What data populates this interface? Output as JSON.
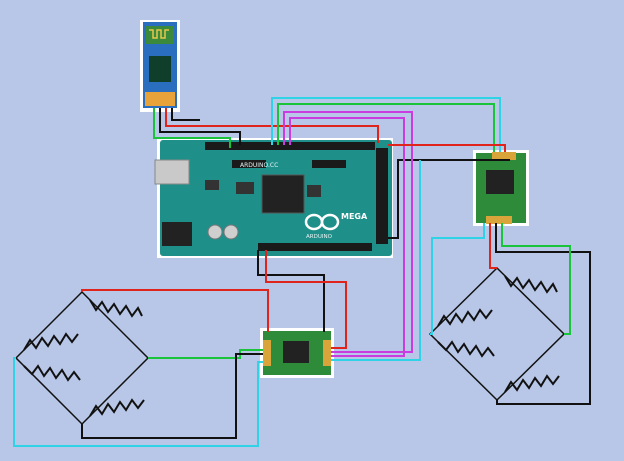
{
  "board": {
    "brand": "ARDUINO.CC",
    "logo_text": "ARDUINO",
    "model": "MEGA"
  },
  "colors": {
    "background": "#b8c7e8",
    "board_green": "#1f8f8a",
    "module_green": "#2e8b3a",
    "wire_red": "#e0241b",
    "wire_black": "#111111",
    "wire_green": "#19c43a",
    "wire_cyan": "#2fd3e6",
    "wire_magenta": "#c93de0"
  }
}
